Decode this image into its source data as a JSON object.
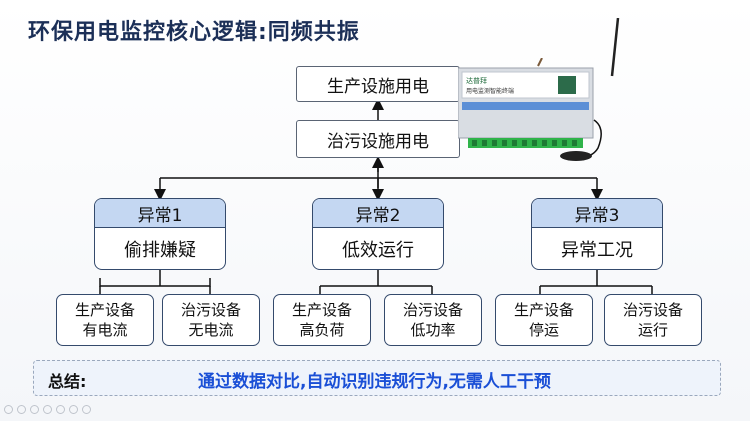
{
  "title": "环保用电监控核心逻辑:同频共振",
  "top_nodes": {
    "production": "生产设施用电",
    "treatment": "治污设施用电"
  },
  "anomalies": [
    {
      "head": "异常1",
      "body": "偷排嫌疑",
      "subs": [
        {
          "line1": "生产设备",
          "line2": "有电流"
        },
        {
          "line1": "治污设备",
          "line2": "无电流"
        }
      ]
    },
    {
      "head": "异常2",
      "body": "低效运行",
      "subs": [
        {
          "line1": "生产设备",
          "line2": "高负荷"
        },
        {
          "line1": "治污设备",
          "line2": "低功率"
        }
      ]
    },
    {
      "head": "异常3",
      "body": "异常工况",
      "subs": [
        {
          "line1": "生产设备",
          "line2": "停运"
        },
        {
          "line1": "治污设备",
          "line2": "运行"
        }
      ]
    }
  ],
  "summary": {
    "label": "总结:",
    "text": "通过数据对比,自动识别违规行为,无需人工干预"
  },
  "device": {
    "brand": "达普拜",
    "name": "用电监测智能终端"
  },
  "colors": {
    "title": "#1b2f57",
    "card_header": "#c4d7f2",
    "summary_text": "#1a4fd6",
    "device_terminal": "#2fb34a"
  }
}
